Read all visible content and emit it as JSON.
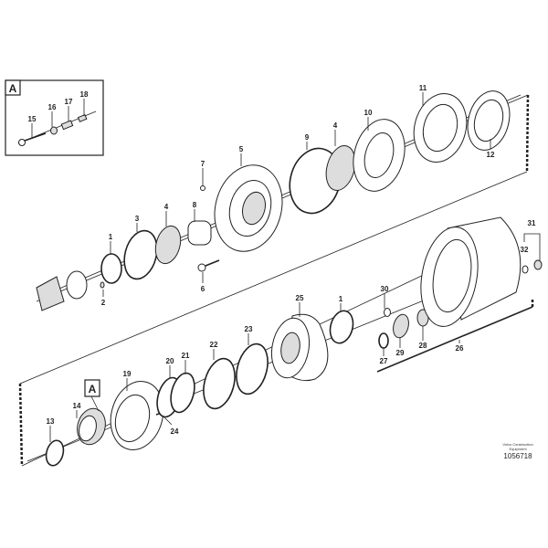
{
  "diagram": {
    "detail_marker": "A",
    "detail_box": {
      "title": "A",
      "labels": [
        "15",
        "16",
        "17",
        "18"
      ]
    },
    "upper_group_labels": {
      "p1": "1",
      "p2": "2",
      "p3": "3",
      "p4a": "4",
      "p5": "5",
      "p6": "6",
      "p7": "7",
      "p8": "8",
      "p9": "9",
      "p4b": "4",
      "p10": "10",
      "p11": "11",
      "p12": "12",
      "p31": "31",
      "p32": "32"
    },
    "lower_group_labels": {
      "p13": "13",
      "p14": "14",
      "p19": "19",
      "p20": "20",
      "p21": "21",
      "p22": "22",
      "p23": "23",
      "p24": "24",
      "p25": "25",
      "p1": "1",
      "p30": "30",
      "p27": "27",
      "p29": "29",
      "p28": "28",
      "p26": "26"
    },
    "credit_line1": "Volvo Construction",
    "credit_line2": "Equipment",
    "document_number": "1056718"
  }
}
